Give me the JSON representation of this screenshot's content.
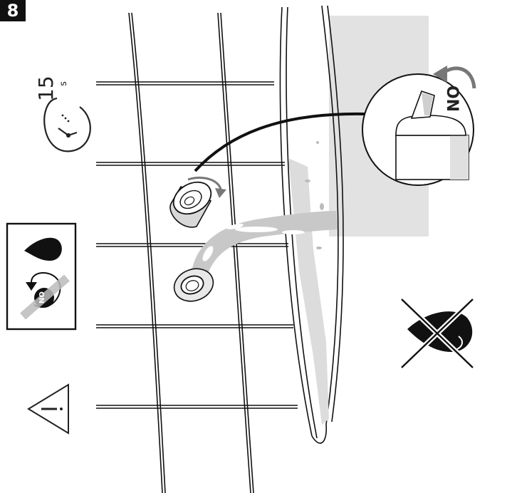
{
  "step": {
    "number": "8"
  },
  "timer": {
    "value": "15",
    "unit": "s",
    "icon": "clock-icon"
  },
  "switch_zoom": {
    "label": "ON",
    "icon": "rotate-arrow-icon"
  },
  "instruction_box": {
    "water_icon": "water-drop-icon",
    "switch_label": "ON",
    "crossed_icon": "crossed-switch-icon"
  },
  "warning": {
    "icon": "warning-triangle-icon"
  },
  "prohibition": {
    "icon": "no-water-icon"
  },
  "colors": {
    "line": "#111111",
    "water": "#c8c8c8",
    "shade": "#e2e2e2",
    "accent": "#888888"
  }
}
